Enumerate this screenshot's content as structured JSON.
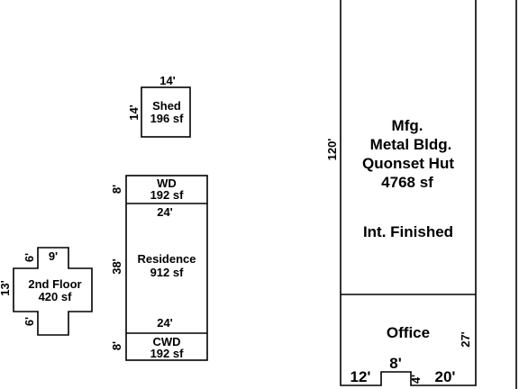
{
  "shed": {
    "name": "Shed",
    "area": "196 sf",
    "width": "14'",
    "depth": "14'"
  },
  "wd": {
    "name": "WD",
    "area": "192 sf",
    "depth": "8'"
  },
  "residence": {
    "name": "Residence",
    "area": "912 sf",
    "width_top": "24'",
    "width_bottom": "24'",
    "depth": "38'"
  },
  "cwd": {
    "name": "CWD",
    "area": "192 sf",
    "depth": "8'"
  },
  "second_floor": {
    "name": "2nd Floor",
    "area": "420 sf",
    "top_width": "9'",
    "top_depth": "6'",
    "middle_depth": "13'",
    "bottom_depth": "6'"
  },
  "main_building": {
    "line1": "Mfg.",
    "line2": "Metal Bldg.",
    "line3": "Quonset Hut",
    "area": "4768 sf",
    "depth": "120'",
    "interior": "Int. Finished"
  },
  "office": {
    "name": "Office",
    "depth": "27'",
    "bottom_left": "12'",
    "notch_width": "8'",
    "notch_depth": "4'",
    "bottom_right": "20'"
  },
  "colors": {
    "line": "#000000",
    "background": "#ffffff"
  }
}
